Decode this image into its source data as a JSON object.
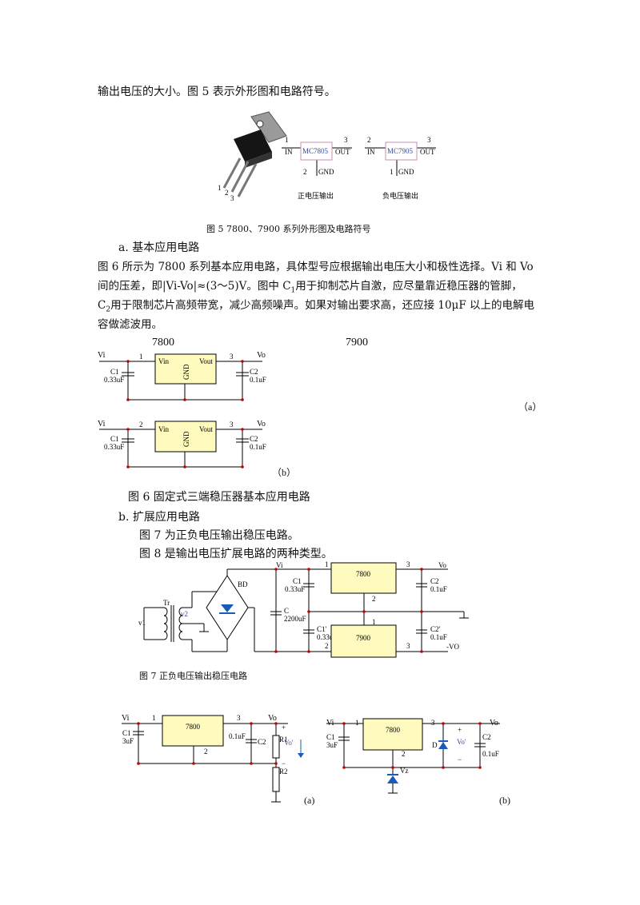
{
  "text": {
    "intro": "输出电压的大小。图 5 表示外形图和电路符号。",
    "fig5_caption": "图 5 7800、7900 系列外形图及电路符号",
    "section_a": "a.   基本应用电路",
    "para1_l1": "图 6 所示为 7800 系列基本应用电路，具体型号应根据输出电压大小和极性选择。Vi 和 Vo",
    "para1_l2": "间的压差，即|Vi-Vo|≈(3～5)V。图中 C",
    "para1_l2_sub": "1",
    "para1_l2_b": "用于抑制芯片自激，应尽量靠近稳压器的管脚，",
    "para1_l3_a": "C",
    "para1_l3_sub": "2",
    "para1_l3_b": "用于限制芯片高频带宽，减少高频噪声。如果对输出要求高，还应接 10μF 以上的电解电",
    "para1_l4": "容做滤波用。",
    "label_7800": "7800",
    "label_7900": "7900",
    "label_a_paren": "（a）",
    "label_b_paren": "（b）",
    "fig6_caption": "图 6   固定式三端稳压器基本应用电路",
    "section_b": "b.   扩展应用电路",
    "fig7_intro": "图 7 为正负电压输出稳压电路。",
    "fig8_intro": "图 8 是输出电压扩展电路的两种类型。",
    "fig7_caption": "图 7  正负电压输出稳压电路",
    "fig8a_label": "(a)",
    "fig8b_label": "(b)"
  },
  "fig5": {
    "pkg_pins": [
      "1",
      "2",
      "3"
    ],
    "pos": {
      "model": "MC7805",
      "pin_in": "1",
      "pin_out": "3",
      "pin_gnd": "2",
      "in": "IN",
      "out": "OUT",
      "gnd": "GND",
      "caption": "正电压输出"
    },
    "neg": {
      "model": "MC7905",
      "pin_in": "2",
      "pin_out": "3",
      "pin_gnd": "1",
      "in": "IN",
      "out": "OUT",
      "gnd": "GND",
      "caption": "负电压输出"
    }
  },
  "fig6": {
    "a": {
      "vi": "Vi",
      "vo": "Vo",
      "pin_in": "1",
      "pin_out": "3",
      "vin": "Vin",
      "vout": "Vout",
      "gnd": "GND",
      "c1": "C1",
      "c1_val": "0.33uF",
      "c2": "C2",
      "c2_val": "0.1uF"
    },
    "b": {
      "vi": "Vi",
      "vo": "Vo",
      "pin_in": "2",
      "pin_out": "3",
      "vin": "Vin",
      "vout": "Vout",
      "gnd": "GND",
      "c1": "C1",
      "c1_val": "0.33uF",
      "c2": "C2",
      "c2_val": "0.1uF"
    }
  },
  "fig7": {
    "vi": "Vi",
    "vo": "Vo",
    "neg_vo": "-VO",
    "tr": "Tr",
    "v1": "v1",
    "v2": "v2",
    "bd": "BD",
    "c": "C",
    "c_val": "2200uF",
    "c1": "C1",
    "c1_val": "0.33uF",
    "c1p": "C1'",
    "c1p_val": "0.33uF",
    "c2": "C2",
    "c2_val": "0.1uF",
    "c2p": "C2'",
    "c2p_val": "0.1uF",
    "ic_top": "7800",
    "ic_bottom": "7900",
    "pins": {
      "t1": "1",
      "t2": "2",
      "t3": "3",
      "b1": "1",
      "b2": "2",
      "b3": "3"
    }
  },
  "fig8": {
    "a": {
      "vi": "Vi",
      "vo": "Vo",
      "ic": "7800",
      "c1": "C1",
      "c1_val": "3uF",
      "c2": "C2",
      "c2_val": "0.1uF",
      "r1": "R1",
      "r2": "R2",
      "vo_prime": "Vo'",
      "plus": "+",
      "minus": "−",
      "p1": "1",
      "p2": "2",
      "p3": "3"
    },
    "b": {
      "vi": "Vi",
      "vo": "Vo",
      "ic": "7800",
      "c1": "C1",
      "c1_val": "3uF",
      "c2": "C2",
      "c2_val": "0.1uF",
      "d": "D",
      "vz": "Vz",
      "vo_prime": "Vo'",
      "plus": "+",
      "minus": "−",
      "p1": "1",
      "p2": "2",
      "p3": "3"
    }
  }
}
